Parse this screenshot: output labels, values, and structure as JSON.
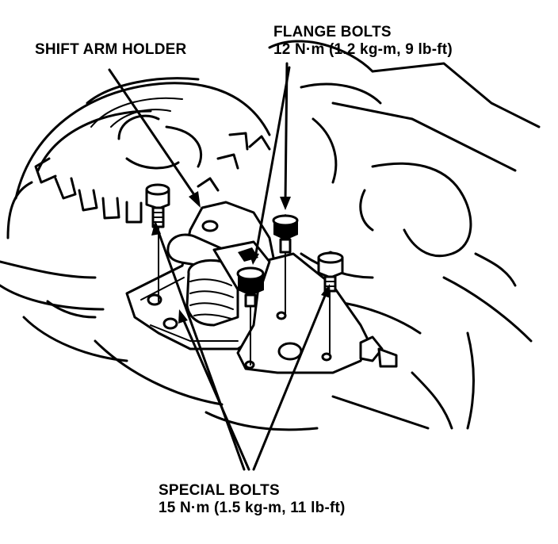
{
  "labels": {
    "shift_arm_holder": "SHIFT ARM HOLDER",
    "flange_bolts_title": "FLANGE BOLTS",
    "flange_bolts_torque": "12 N·m (1.2 kg-m, 9 lb-ft)",
    "special_bolts_title": "SPECIAL BOLTS",
    "special_bolts_torque": "15 N·m (1.5 kg-m, 11 lb-ft)"
  },
  "colors": {
    "ink": "#000000",
    "paper": "#ffffff"
  }
}
